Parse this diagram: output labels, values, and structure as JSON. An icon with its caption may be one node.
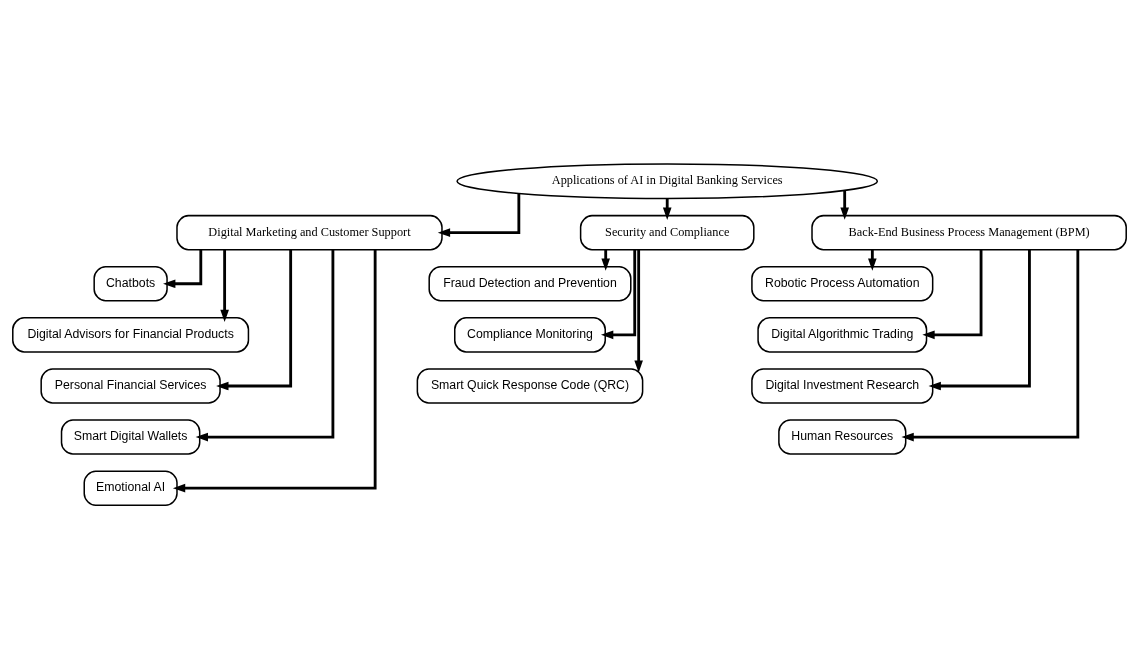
{
  "diagram": {
    "nodes": [
      {
        "text": [
          "Applications of AI in Digital Banking Services"
        ]
      },
      {
        "text": [
          "Digital Marketing and Customer Support"
        ]
      },
      {
        "text": [
          "Security and Compliance"
        ]
      },
      {
        "text": [
          "Back-End Business Process Management (BPM)"
        ]
      },
      {
        "text": [
          "Chatbots"
        ]
      },
      {
        "text": [
          "Digital Advisors for Financial Products"
        ]
      },
      {
        "text": [
          "Personal Financial Services"
        ]
      },
      {
        "text": [
          "Smart Digital Wallets"
        ]
      },
      {
        "text": [
          "Emotional AI"
        ]
      },
      {
        "text": [
          "Fraud Detection and Prevention"
        ]
      },
      {
        "text": [
          "Compliance Monitoring"
        ]
      },
      {
        "text": [
          "Smart Quick Response Code (QRC)"
        ]
      },
      {
        "text": [
          "Robotic Process Automation"
        ]
      },
      {
        "text": [
          "Digital Algorithmic Trading"
        ]
      },
      {
        "text": [
          "Digital Investment Research"
        ]
      },
      {
        "text": [
          "Human Resources"
        ]
      }
    ],
    "edges": [
      {
        "from": 0,
        "to": 1,
        "arrow": "to"
      },
      {
        "from": 0,
        "to": 2,
        "arrow": "to"
      },
      {
        "from": 0,
        "to": 3,
        "arrow": "to"
      },
      {
        "from": 1,
        "to": 4,
        "arrow": "to"
      },
      {
        "from": 1,
        "to": 5,
        "arrow": "to"
      },
      {
        "from": 1,
        "to": 6,
        "arrow": "to"
      },
      {
        "from": 1,
        "to": 7,
        "arrow": "to"
      },
      {
        "from": 1,
        "to": 8,
        "arrow": "to"
      },
      {
        "from": 2,
        "to": 9,
        "arrow": "to"
      },
      {
        "from": 2,
        "to": 10,
        "arrow": "to"
      },
      {
        "from": 2,
        "to": 11,
        "arrow": "to"
      },
      {
        "from": 3,
        "to": 12,
        "arrow": "to"
      },
      {
        "from": 3,
        "to": 13,
        "arrow": "to"
      },
      {
        "from": 3,
        "to": 14,
        "arrow": "to"
      },
      {
        "from": 3,
        "to": 15,
        "arrow": "to"
      }
    ]
  }
}
